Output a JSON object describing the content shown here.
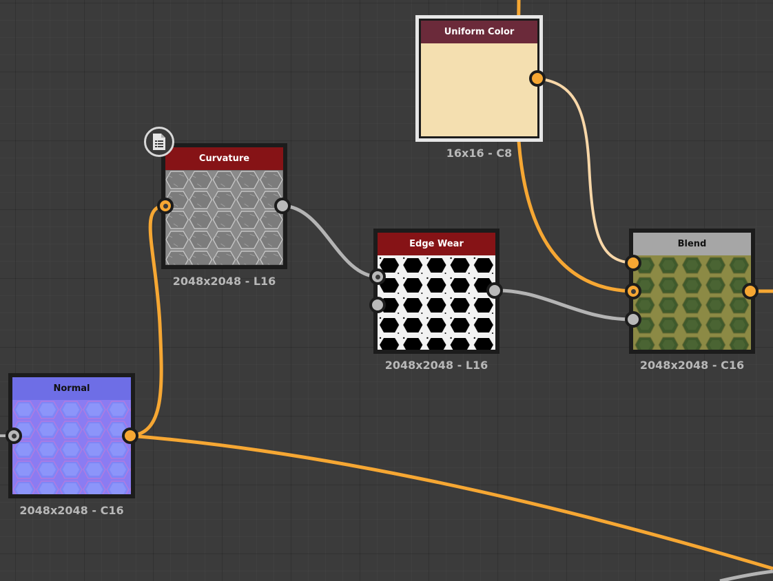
{
  "graph": {
    "nodes": {
      "uniform_color": {
        "title": "Uniform Color",
        "caption": "16x16 - C8",
        "header_color": "#6b2a3a",
        "swatch_color": "#f4dfb0",
        "selected": true
      },
      "curvature": {
        "title": "Curvature",
        "caption": "2048x2048 - L16",
        "header_color": "#861316",
        "badge_icon": "document-icon"
      },
      "edge_wear": {
        "title": "Edge Wear",
        "caption": "2048x2048 - L16",
        "header_color": "#861316"
      },
      "blend": {
        "title": "Blend",
        "caption": "2048x2048 - C16",
        "header_color": "#a6a6a6",
        "header_text_color": "#111111"
      },
      "normal": {
        "title": "Normal",
        "caption": "2048x2048 - C16",
        "header_color": "#6e6ee6",
        "header_text_color": "#111111"
      }
    }
  },
  "colors": {
    "color_wire": "#f6a733",
    "grayscale_wire": "#b4b4b4",
    "uniform_wire": "#f8d7a8",
    "node_body": "#1c1c1c",
    "selection_frame": "#e6e6e6"
  }
}
